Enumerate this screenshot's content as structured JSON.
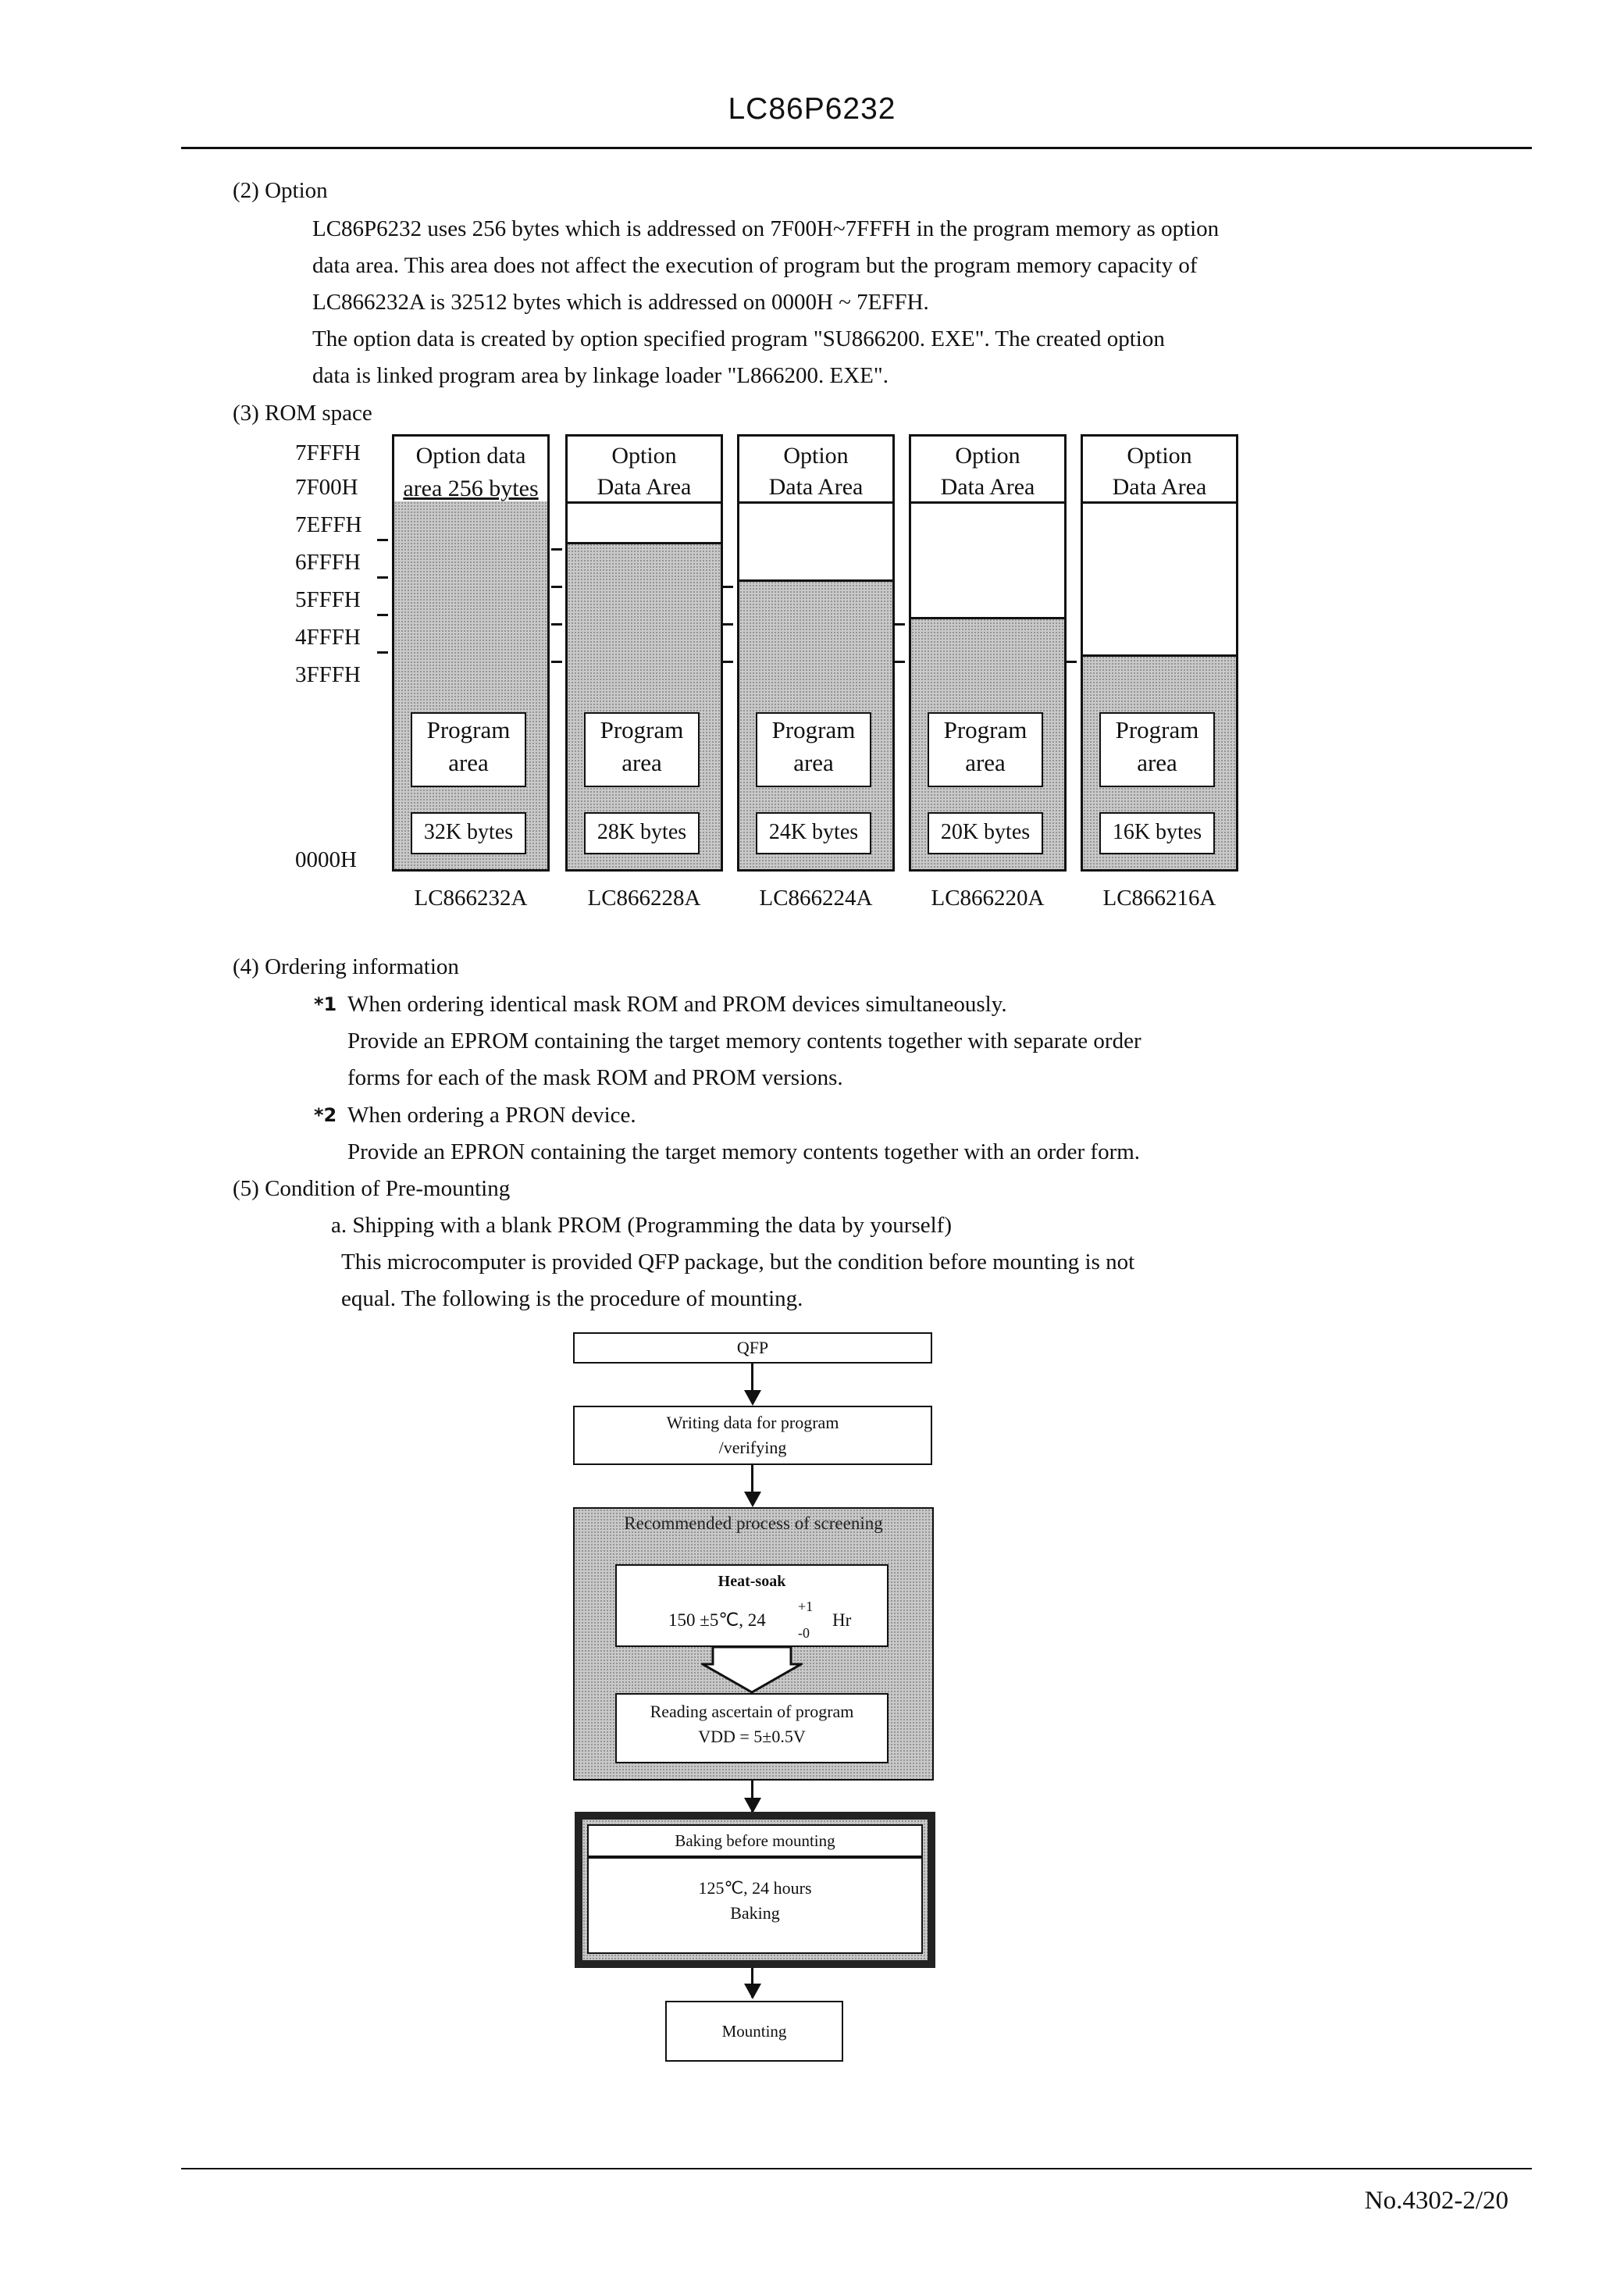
{
  "header": {
    "title": "LC86P6232"
  },
  "option": {
    "heading": "(2) Option",
    "lines": [
      "LC86P6232 uses 256 bytes which is addressed on 7F00H~7FFFH in the program memory as option",
      "data area. This area does not affect the execution of program but the program memory capacity of",
      "LC866232A is 32512 bytes which is addressed on 0000H ~ 7EFFH.",
      "The option data is created by option specified program \"SU866200. EXE\". The created option",
      "data is linked program area by linkage loader \"L866200. EXE\"."
    ]
  },
  "rom": {
    "heading": "(3) ROM space",
    "addresses": [
      "7FFFH",
      "7F00H",
      "7EFFH",
      "6FFFH",
      "5FFFH",
      "4FFFH",
      "3FFFH",
      "0000H"
    ],
    "columns": [
      {
        "option_l1": "Option data",
        "option_l2": "area 256 bytes",
        "prog_l1": "Program",
        "prog_l2": "area",
        "size": "32K bytes",
        "device": "LC866232A"
      },
      {
        "option_l1": "Option",
        "option_l2": "Data Area",
        "prog_l1": "Program",
        "prog_l2": "area",
        "size": "28K bytes",
        "device": "LC866228A"
      },
      {
        "option_l1": "Option",
        "option_l2": "Data Area",
        "prog_l1": "Program",
        "prog_l2": "area",
        "size": "24K bytes",
        "device": "LC866224A"
      },
      {
        "option_l1": "Option",
        "option_l2": "Data Area",
        "prog_l1": "Program",
        "prog_l2": "area",
        "size": "20K bytes",
        "device": "LC866220A"
      },
      {
        "option_l1": "Option",
        "option_l2": "Data Area",
        "prog_l1": "Program",
        "prog_l2": "area",
        "size": "16K bytes",
        "device": "LC866216A"
      }
    ]
  },
  "ordering": {
    "heading": "(4) Ordering information",
    "item1_mark": "*1",
    "item1_title": "When ordering identical mask ROM and PROM devices simultaneously.",
    "item1_line1": "Provide an EPROM containing the target memory contents together with separate order",
    "item1_line2": "forms for each of the mask ROM and PROM versions.",
    "item2_mark": "*2",
    "item2_title": "When ordering a PRON device.",
    "item2_line1": "Provide an EPRON containing the target memory contents together with an order form."
  },
  "premount": {
    "heading": "(5) Condition of Pre-mounting",
    "sub": "a. Shipping with a blank PROM (Programming the data by yourself)",
    "line1": "This microcomputer is provided QFP package, but the condition before mounting is not",
    "line2": "equal. The following is the procedure of mounting."
  },
  "flow": {
    "qfp": "QFP",
    "write_l1": "Writing data for program",
    "write_l2": "/verifying",
    "screening_title": "Recommended process of screening",
    "heat_title": "Heat-soak",
    "heat_main": "150 ±5℃, 24",
    "heat_plus": "+1",
    "heat_minus": "-0",
    "heat_unit": "Hr",
    "read_l1": "Reading ascertain of program",
    "read_l2": "VDD = 5±0.5V",
    "bake_title": "Baking before mounting",
    "bake_l1": "125℃, 24 hours",
    "bake_l2": "Baking",
    "mount": "Mounting"
  },
  "footer": {
    "doc_no": "No.4302-2/20"
  }
}
